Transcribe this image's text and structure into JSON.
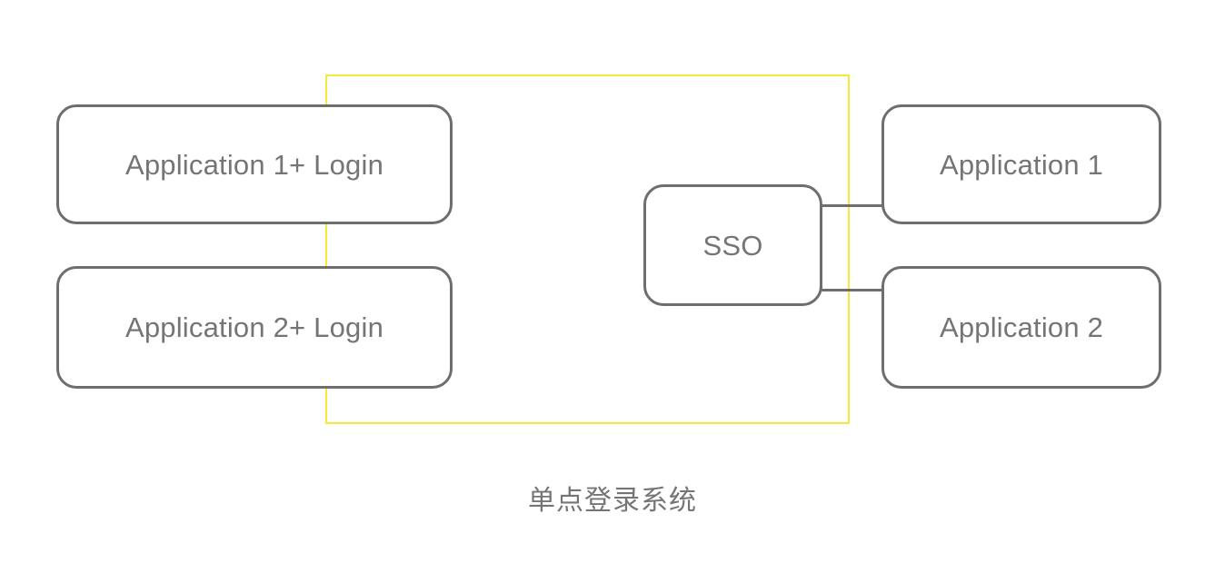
{
  "diagram": {
    "caption": "单点登录系统",
    "boundary": {
      "name": "sso-system-boundary",
      "color": "#f5ea3c"
    },
    "colors": {
      "node_border": "#6e6e6e",
      "node_fill": "#ffffff",
      "text": "#757575",
      "connector": "#6e6e6e",
      "boundary": "#f5ea3c",
      "background": "#ffffff"
    },
    "nodes": [
      {
        "id": "app1-login",
        "label": "Application 1+ Login"
      },
      {
        "id": "app2-login",
        "label": "Application 2+ Login"
      },
      {
        "id": "sso",
        "label": "SSO"
      },
      {
        "id": "app1",
        "label": "Application 1"
      },
      {
        "id": "app2",
        "label": "Application 2"
      }
    ],
    "connectors": [
      {
        "id": "sso-to-app1",
        "from": "sso",
        "to": "app1",
        "style": "orthogonal-line"
      },
      {
        "id": "sso-to-app2",
        "from": "sso",
        "to": "app2",
        "style": "orthogonal-line"
      }
    ]
  }
}
